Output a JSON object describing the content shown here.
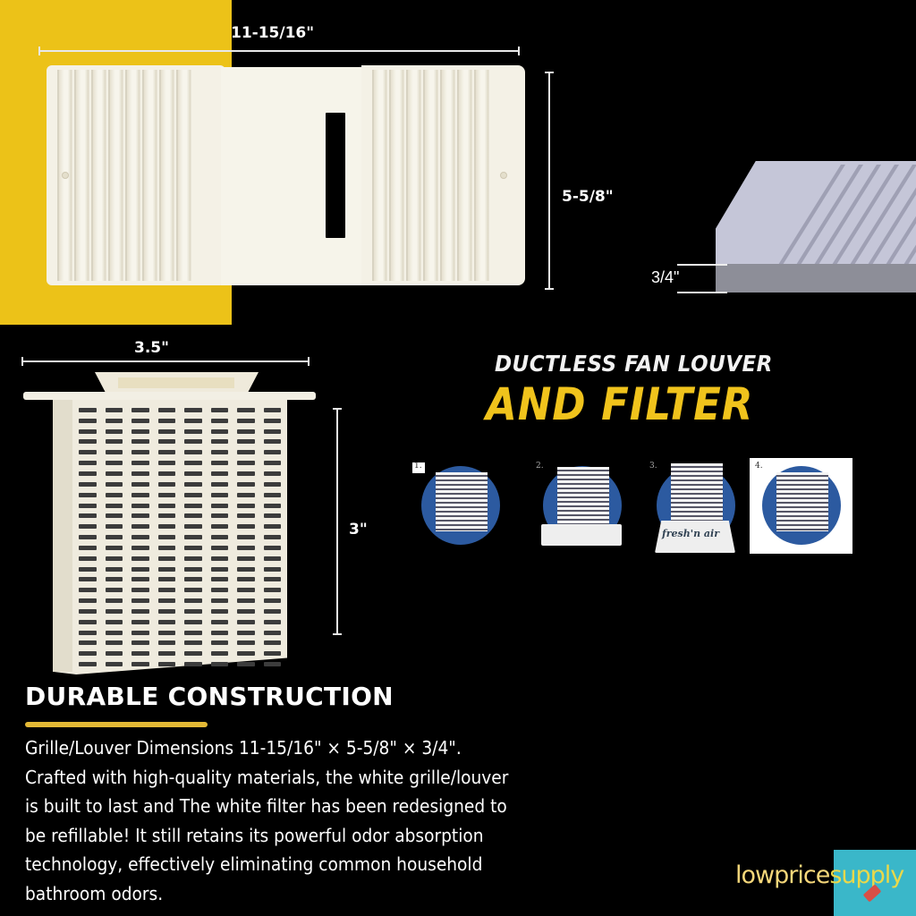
{
  "louver": {
    "width_label": "11-15/16\"",
    "height_label": "5-5/8\"",
    "depth_label": "3/4\""
  },
  "filter": {
    "width_label": "3.5\"",
    "height_label": "3\""
  },
  "title": {
    "line1": "DUCTLESS FAN LOUVER",
    "line2": "AND FILTER"
  },
  "steps": [
    {
      "number": "1."
    },
    {
      "number": "2."
    },
    {
      "number": "3.",
      "brand_text": "fresh'n air"
    },
    {
      "number": "4."
    }
  ],
  "section": {
    "heading": "DURABLE CONSTRUCTION",
    "body_lines": [
      "Grille/Louver Dimensions 11-15/16\" × 5-5/8\" × 3/4\".",
      "Crafted with high-quality materials, the white grille/louver",
      "is built to last and The white filter has been redesigned to",
      "be refillable! It still retains its powerful odor absorption",
      "technology, effectively eliminating common household",
      "bathroom odors."
    ]
  },
  "brand": {
    "part1": "lowprice",
    "part2": "supply"
  },
  "colors": {
    "accent_yellow": "#ecc218",
    "background": "#000000",
    "step_circle_blue": "#2c5aa0",
    "brand_teal": "#3ab7c9"
  }
}
